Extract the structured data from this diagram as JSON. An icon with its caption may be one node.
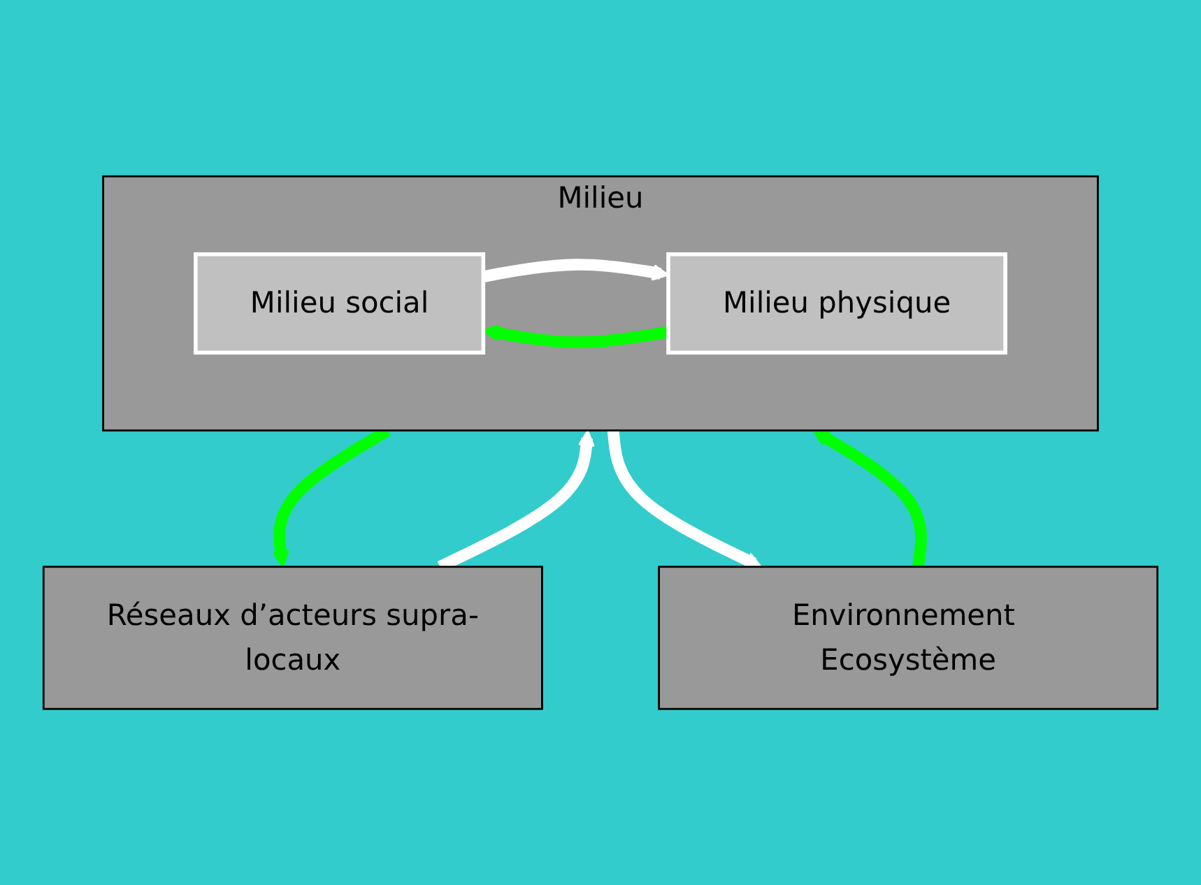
{
  "diagram": {
    "nodes": [
      {
        "text": [
          "Réseaux d’acteurs supra-locaux"
        ]
      },
      {
        "text": [
          "Milieu"
        ]
      },
      {
        "text": [
          "Milieu social"
        ],
        "in": 1
      },
      {
        "text": [
          "Milieu physique"
        ],
        "in": 1
      },
      {
        "text": [
          "Environnement Ecosystème"
        ]
      }
    ],
    "edges": [
      {
        "from": 0,
        "to": 1,
        "arrow": "to",
        "color": "#ffffff"
      },
      {
        "from": 1,
        "to": 0,
        "arrow": "to",
        "color": "#00ff00"
      },
      {
        "from": 3,
        "to": 2,
        "arrow": "to",
        "color": "#00ff00"
      },
      {
        "from": 2,
        "to": 3,
        "arrow": "to",
        "color": "#ffffff"
      },
      {
        "from": 1,
        "to": 4,
        "arrow": "to",
        "color": "#ffffff"
      },
      {
        "from": 4,
        "to": 1,
        "arrow": "to",
        "color": "#00ff00"
      }
    ]
  }
}
